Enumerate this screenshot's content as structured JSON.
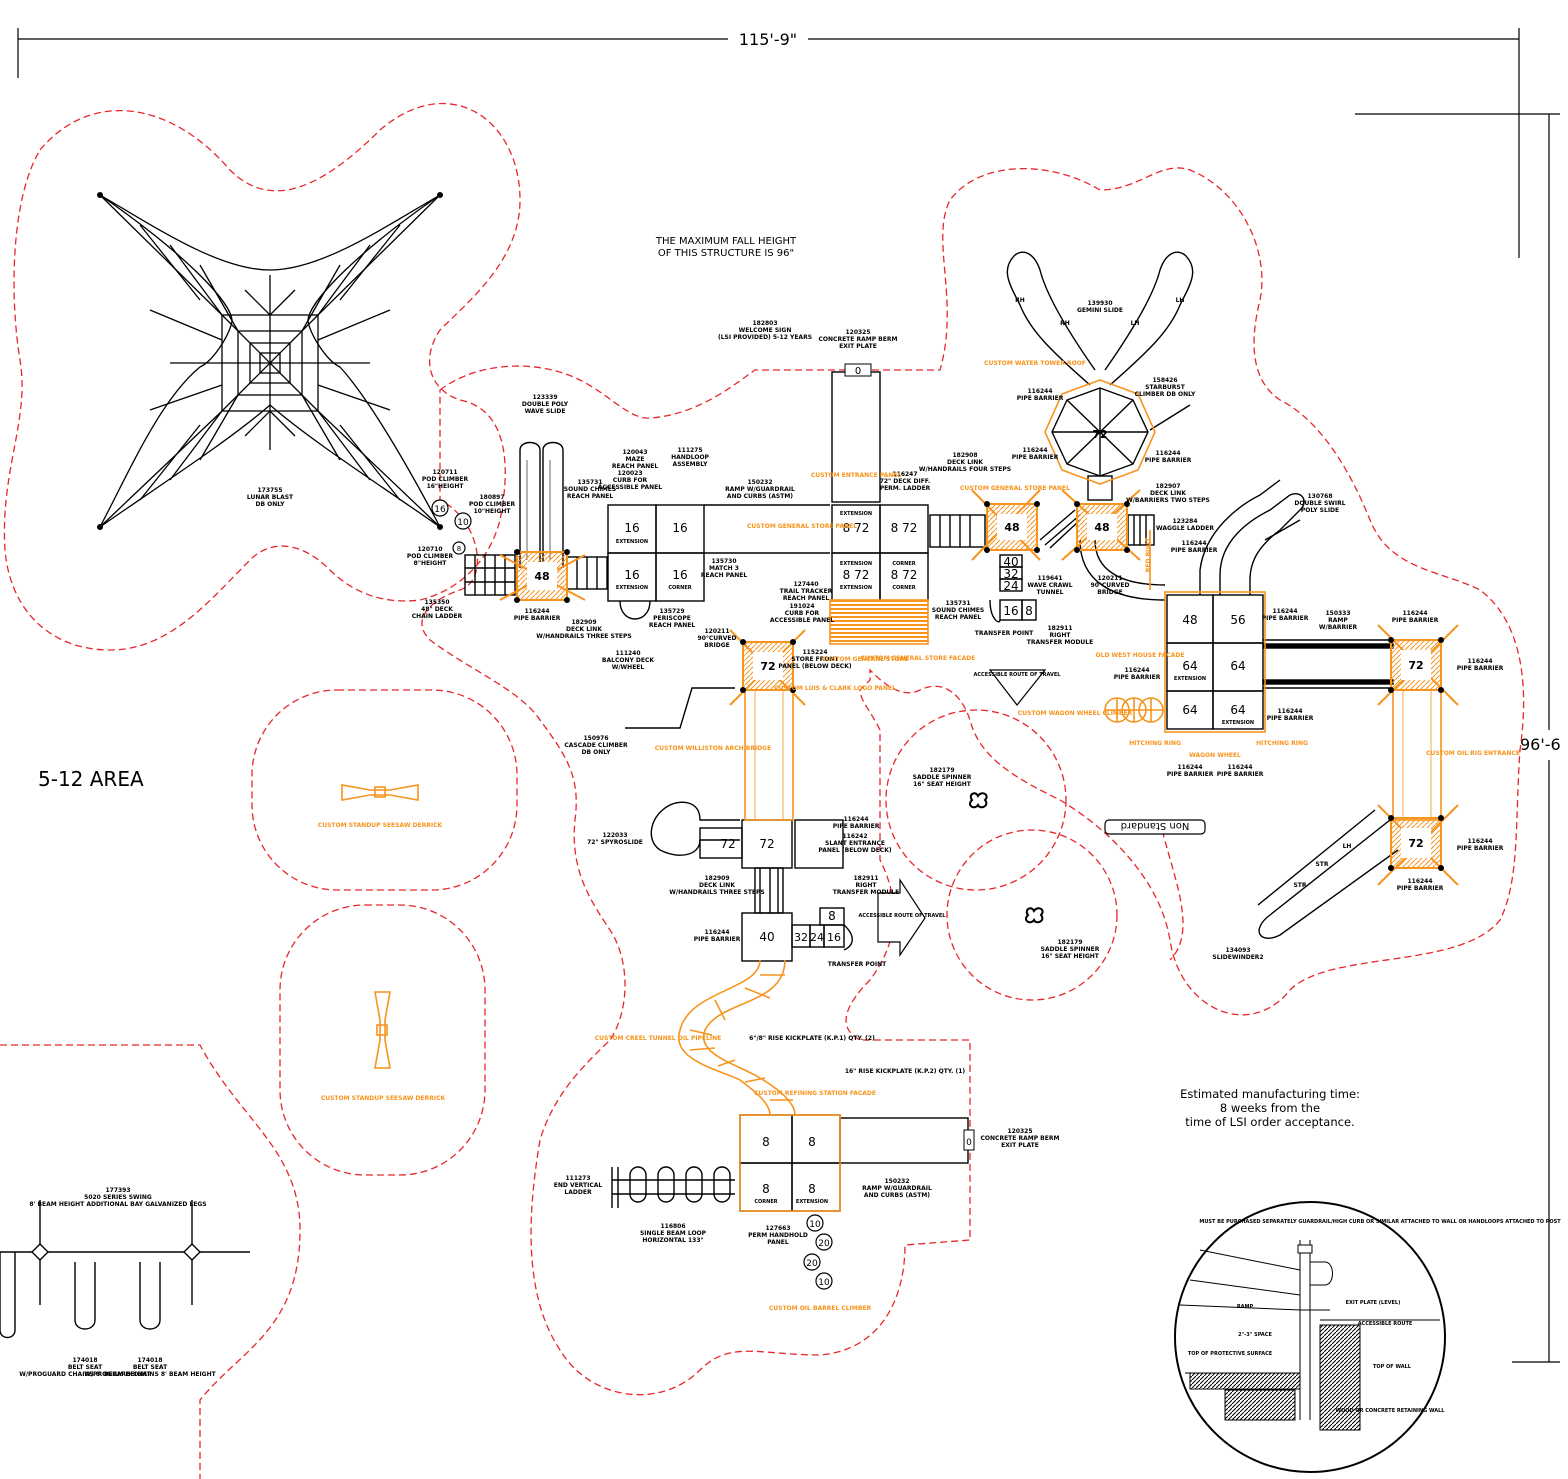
{
  "colors": {
    "line": "#000000",
    "accent": "#f7941d",
    "zone": "#e8262a",
    "paper": "#ffffff"
  },
  "dimensions": {
    "width_label": "115'-9\"",
    "depth_label": "96'-6"
  },
  "area_label": "5-12 AREA",
  "fall_height_note": [
    "THE MAXIMUM FALL HEIGHT",
    "OF THIS STRUCTURE IS 96\""
  ],
  "estimate_note": [
    "Estimated manufacturing time:",
    "8  weeks from the",
    "time of LSI order acceptance."
  ],
  "non_standard_stamp": "Non Standard",
  "decks": [
    {
      "num": "48"
    },
    {
      "num": "72"
    },
    {
      "num": "48"
    },
    {
      "num": "48"
    },
    {
      "num": "72"
    },
    {
      "num": "72"
    },
    {
      "num": "72"
    }
  ],
  "deck_cells": [
    "16",
    "16",
    "16",
    "16",
    "8 72",
    "8 72",
    "8 72",
    "8 72",
    "48",
    "56",
    "64",
    "64",
    "64",
    "64",
    "72",
    "72",
    "40",
    "8",
    "8",
    "8",
    "8",
    "8",
    "40",
    "32",
    "24",
    "16",
    "8",
    "32",
    "24",
    "16"
  ],
  "cell_sublabels": [
    "EXTENSION",
    "EXTENSION",
    "CORNER",
    "EXTENSION",
    "EXTENSION",
    "CORNER",
    "EXTENSION",
    "CORNER",
    "EXTENSION",
    "EXTENSION",
    "CORNER",
    "EXTENSION"
  ],
  "circled_heights": [
    "16",
    "10",
    "8",
    "10",
    "20",
    "20",
    "10"
  ],
  "ramp_plates": [
    "0",
    "0"
  ],
  "parts": [
    {
      "id": "173755",
      "name": "LUNAR BLAST",
      "note": "DB ONLY"
    },
    {
      "id": "120711",
      "name": "POD CLIMBER",
      "note": "16\"HEIGHT"
    },
    {
      "id": "180897",
      "name": "POD CLIMBER",
      "note": "10\"HEIGHT"
    },
    {
      "id": "120710",
      "name": "POD CLIMBER",
      "note": "8\"HEIGHT"
    },
    {
      "id": "123339",
      "name": "DOUBLE POLY",
      "note": "WAVE SLIDE"
    },
    {
      "id": "135350",
      "name": "48\" DECK",
      "note": "CHAIN LADDER"
    },
    {
      "id": "116244",
      "name": "PIPE BARRIER",
      "note": ""
    },
    {
      "id": "135731",
      "name": "SOUND CHIMES",
      "note": "REACH PANEL"
    },
    {
      "id": "120043",
      "name": "MAZE",
      "note": "REACH PANEL"
    },
    {
      "id": "120023",
      "name": "CURB FOR",
      "note": "ACCESSIBLE PANEL"
    },
    {
      "id": "111275",
      "name": "HANDLOOP",
      "note": "ASSEMBLY"
    },
    {
      "id": "150232",
      "name": "RAMP W/GUARDRAIL",
      "note": "AND CURBS (ASTM)"
    },
    {
      "id": "182803",
      "name": "WELCOME SIGN",
      "note": "(LSI PROVIDED) 5-12 YEARS"
    },
    {
      "id": "120325",
      "name": "CONCRETE RAMP BERM",
      "note": "EXIT PLATE"
    },
    {
      "id": "116247",
      "name": "72\" DECK DIFF.",
      "note": "PERM. LADDER"
    },
    {
      "id": "182908",
      "name": "DECK LINK",
      "note": "W/HANDRAILS FOUR STEPS"
    },
    {
      "id": "139930",
      "name": "GEMINI SLIDE",
      "note": ""
    },
    {
      "id": "158426",
      "name": "STARBURST",
      "note": "CLIMBER DB ONLY"
    },
    {
      "id": "182907",
      "name": "DECK LINK",
      "note": "W/BARRIERS TWO STEPS"
    },
    {
      "id": "123284",
      "name": "WAGGLE LADDER",
      "note": ""
    },
    {
      "id": "130768",
      "name": "DOUBLE SWIRL",
      "note": "POLY SLIDE"
    },
    {
      "id": "135730",
      "name": "MATCH 3",
      "note": "REACH PANEL"
    },
    {
      "id": "135729",
      "name": "PERISCOPE",
      "note": "REACH PANEL"
    },
    {
      "id": "182909",
      "name": "DECK LINK",
      "note": "W/HANDRAILS THREE STEPS"
    },
    {
      "id": "111240",
      "name": "BALCONY DECK",
      "note": "W/WHEEL"
    },
    {
      "id": "120211",
      "name": "90°CURVED",
      "note": "BRIDGE"
    },
    {
      "id": "127440",
      "name": "TRAIL TRACKER",
      "note": "REACH PANEL"
    },
    {
      "id": "191024",
      "name": "CURB FOR",
      "note": "ACCESSIBLE PANEL"
    },
    {
      "id": "115224",
      "name": "STORE FRONT",
      "note": "PANEL (BELOW DECK)"
    },
    {
      "id": "119641",
      "name": "WAVE CRAWL",
      "note": "TUNNEL"
    },
    {
      "id": "182911",
      "name": "RIGHT",
      "note": "TRANSFER MODULE"
    },
    {
      "id": "150333",
      "name": "RAMP",
      "note": "W/BARRIER"
    },
    {
      "id": "150976",
      "name": "CASCADE CLIMBER",
      "note": "DB ONLY"
    },
    {
      "id": "182179",
      "name": "SADDLE SPINNER",
      "note": "16\" SEAT HEIGHT"
    },
    {
      "id": "122033",
      "name": "72\" SPYROSLIDE",
      "note": ""
    },
    {
      "id": "116242",
      "name": "SLANT ENTRANCE",
      "note": "PANEL (BELOW DECK)"
    },
    {
      "id": "111273",
      "name": "END VERTICAL",
      "note": "LADDER"
    },
    {
      "id": "116806",
      "name": "SINGLE BEAM LOOP",
      "note": "HORIZONTAL 133\""
    },
    {
      "id": "127663",
      "name": "PERM HANDHOLD",
      "note": "PANEL"
    },
    {
      "id": "177393",
      "name": "5020 SERIES SWING",
      "note": "8' BEAM HEIGHT ADDITIONAL BAY GALVANIZED LEGS"
    },
    {
      "id": "174018",
      "name": "BELT SEAT",
      "note": "W/PROGUARD CHAINS 8' BEAM HEIGHT"
    },
    {
      "id": "134093",
      "name": "SLIDEWINDER2",
      "note": ""
    }
  ],
  "custom_labels": [
    "CUSTOM GENERAL STORE PANEL",
    "CUSTOM ENTRANCE PANEL",
    "CUSTOM GENERAL STORE PANEL",
    "CUSTOM WATER TOWER ROOF",
    "CUSTOM GENERAL STORE",
    "CUSTOM GENERAL STORE FACADE",
    "CUSTOM LUIS & CLARK LOGO PANEL",
    "CUSTOM WILLISTON ARCH BRIDGE",
    "CUSTOM STANDUP SEESAW DERRICK",
    "CUSTOM STANDUP SEESAW DERRICK",
    "CUSTOM WAGON WHEEL CLIMBER",
    "OLD WEST HOUSE FACADE",
    "HITCHING RING",
    "WAGON WHEEL",
    "HITCHING RING",
    "CUSTOM OIL RIG ENTRANCE",
    "CUSTOM CREEL TUNNEL OIL PIPELINE",
    "CUSTOM REFINING STATION FACADE",
    "CUSTOM OIL BARREL CLIMBER",
    "RED BUILT"
  ],
  "misc_notes": [
    "ACCESSIBLE ROUTE OF TRAVEL",
    "ACCESSIBLE ROUTE OF TRAVEL",
    "TRANSFER POINT",
    "TRANSFER POINT",
    "6\"/8\" RISE KICKPLATE (K.P.1) QTY. (2)",
    "16\" RISE KICKPLATE (K.P.2) QTY. (1)"
  ],
  "detail_callouts": [
    "MUST BE PURCHASED SEPARATELY GUARDRAIL/HIGH CURB OR SIMILAR ATTACHED TO WALL OR HANDLOOPS ATTACHED TO POST",
    "RAMP",
    "EXIT PLATE (LEVEL)",
    "ACCESSIBLE ROUTE",
    "2\"-3\" SPACE",
    "TOP OF PROTECTIVE SURFACE",
    "TOP OF WALL",
    "WOOD OR CONCRETE RETAINING WALL"
  ],
  "slide_marks": [
    "RH",
    "LH",
    "RH",
    "LH",
    "LH",
    "STR",
    "STR"
  ]
}
